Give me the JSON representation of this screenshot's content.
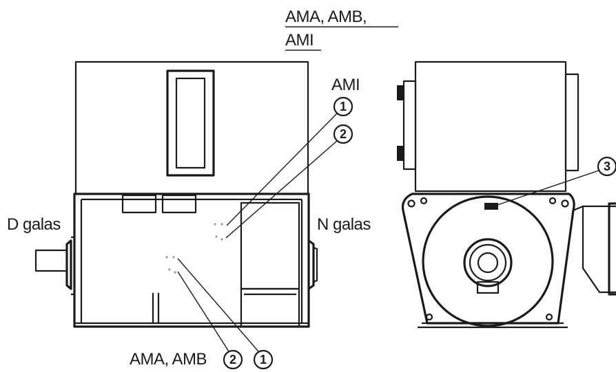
{
  "header": {
    "title_line1": "AMA, AMB,",
    "title_line2": "AMI"
  },
  "labels": {
    "ami": "AMI",
    "d_side": "D galas",
    "n_side": "N galas",
    "ama_amb": "AMA, AMB"
  },
  "callouts": {
    "ami_1": "1",
    "ami_2": "2",
    "side_3": "3",
    "bottom_2": "2",
    "bottom_1": "1"
  }
}
